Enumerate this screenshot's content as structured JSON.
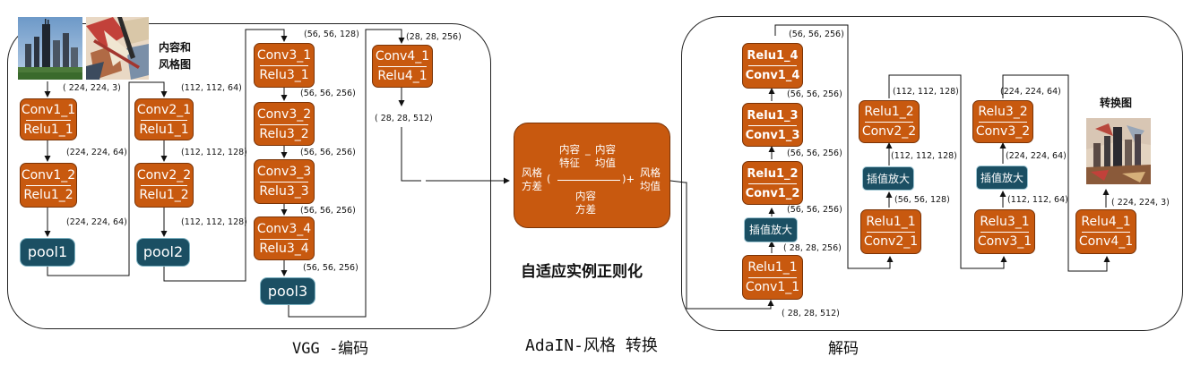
{
  "labels": {
    "content_style": "内容和\n风格图",
    "output_image": "转换图",
    "encoder_caption": "VGG -编码",
    "adain_caption_top": "自适应实例正则化",
    "adain_caption_bottom": "AdaIN-风格 转换",
    "decoder_caption": "解码"
  },
  "encoder": {
    "col1": [
      {
        "top": "Conv1_1",
        "bottom": "Relu1_1"
      },
      {
        "top": "Conv1_2",
        "bottom": "Relu1_2"
      }
    ],
    "pool1": "pool1",
    "col2": [
      {
        "top": "Conv2_1",
        "bottom": "Relu1_1"
      },
      {
        "top": "Conv2_2",
        "bottom": "Relu1_2"
      }
    ],
    "pool2": "pool2",
    "col3": [
      {
        "top": "Conv3_1",
        "bottom": "Relu3_1"
      },
      {
        "top": "Conv3_2",
        "bottom": "Relu3_2"
      },
      {
        "top": "Conv3_3",
        "bottom": "Relu3_3"
      },
      {
        "top": "Conv3_4",
        "bottom": "Relu3_4"
      }
    ],
    "pool3": "pool3",
    "col4": [
      {
        "top": "Conv4_1",
        "bottom": "Relu4_1"
      }
    ]
  },
  "decoder": {
    "col1": [
      {
        "top": "Relu1_4",
        "bottom": "Conv1_4"
      },
      {
        "top": "Relu1_3",
        "bottom": "Conv1_3"
      },
      {
        "top": "Relu1_2",
        "bottom": "Conv1_2"
      },
      {
        "top": "Relu1_1",
        "bottom": "Conv1_1"
      }
    ],
    "col2": [
      {
        "top": "Relu1_2",
        "bottom": "Conv2_2"
      },
      {
        "top": "Relu1_1",
        "bottom": "Conv2_1"
      }
    ],
    "col3": [
      {
        "top": "Relu3_2",
        "bottom": "Conv3_2"
      },
      {
        "top": "Relu3_1",
        "bottom": "Conv3_1"
      }
    ],
    "col4": [
      {
        "top": "Relu4_1",
        "bottom": "Conv4_1"
      }
    ],
    "upsample": "插值放大"
  },
  "adain": {
    "style_std": "风格\n方差",
    "content_feat": "内容\n特征",
    "minus": "_",
    "content_mean": "内容\n均值",
    "content_std": "内容\n方差",
    "paren_open": "(",
    "paren_close": ")+",
    "style_mean": "风格\n均值"
  },
  "dims": {
    "e_in": "( 224, 224, 3)",
    "e_c1a": "(224, 224, 64)",
    "e_c1b": "(224, 224, 64)",
    "e_c2in": "(112, 112, 64)",
    "e_c2a": "(112, 112, 128)",
    "e_c2b": "(112, 112, 128)",
    "e_c3in": "(56, 56, 128)",
    "e_c3a": "(56, 56, 256)",
    "e_c3b": "(56, 56, 256)",
    "e_c3c": "(56, 56, 256)",
    "e_c3d": "(56, 56, 256)",
    "e_c4in": "(28, 28, 256)",
    "e_c4out": "( 28, 28, 512)",
    "d_in": "( 28, 28, 512)",
    "d_a": "( 28, 28, 256)",
    "d_b": "(56, 56, 256)",
    "d_c": "(56, 56, 256)",
    "d_d": "(56, 56, 256)",
    "d_e": "(56, 56, 256)",
    "d2_a": "(56, 56, 128)",
    "d2_b": "(112, 112, 128)",
    "d2_c": "(112, 112, 128)",
    "d3_a": "(112, 112, 64)",
    "d3_b": "(224, 224, 64)",
    "d3_c": "(224, 224, 64)",
    "d4_a": "( 224, 224, 3)"
  },
  "colors": {
    "block": "#c8590f",
    "pool": "#1b4f63"
  }
}
